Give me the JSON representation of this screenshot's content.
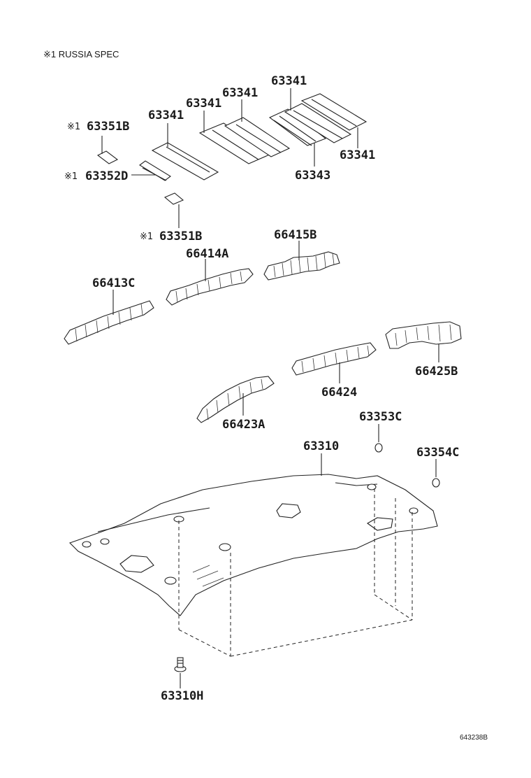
{
  "note": "※1 RUSSIA SPEC",
  "marker": "※1",
  "diagram_code": "643238B",
  "parts": {
    "p63341_a": "63341",
    "p63341_b": "63341",
    "p63341_c": "63341",
    "p63341_d": "63341",
    "p63341_e": "63341",
    "p63343": "63343",
    "p63351b_top": "63351B",
    "p63352d": "63352D",
    "p63351b_bottom": "63351B",
    "p66415b": "66415B",
    "p66414a": "66414A",
    "p66413c": "66413C",
    "p66425b": "66425B",
    "p66424": "66424",
    "p66423a": "66423A",
    "p63353c": "63353C",
    "p63310": "63310",
    "p63354c": "63354C",
    "p63310h": "63310H"
  }
}
